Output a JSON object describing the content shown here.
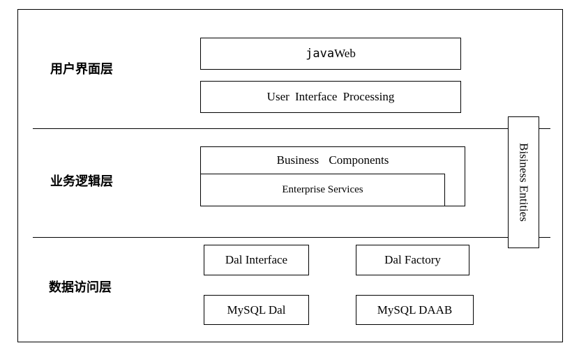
{
  "layers": {
    "ui": "用户界面层",
    "business": "业务逻辑层",
    "data": "数据访问层"
  },
  "ui_boxes": {
    "javaweb_prefix": "java",
    "javaweb_suffix": "Web",
    "processing": "User Interface Processing"
  },
  "business_boxes": {
    "components": "Business Components",
    "services": "Enterprise Services"
  },
  "entities": "Bisiness Entities",
  "data_boxes": {
    "dal_interface": "Dal Interface",
    "dal_factory": "Dal Factory",
    "mysql_dal": "MySQL Dal",
    "mysql_daab": "MySQL DAAB"
  }
}
